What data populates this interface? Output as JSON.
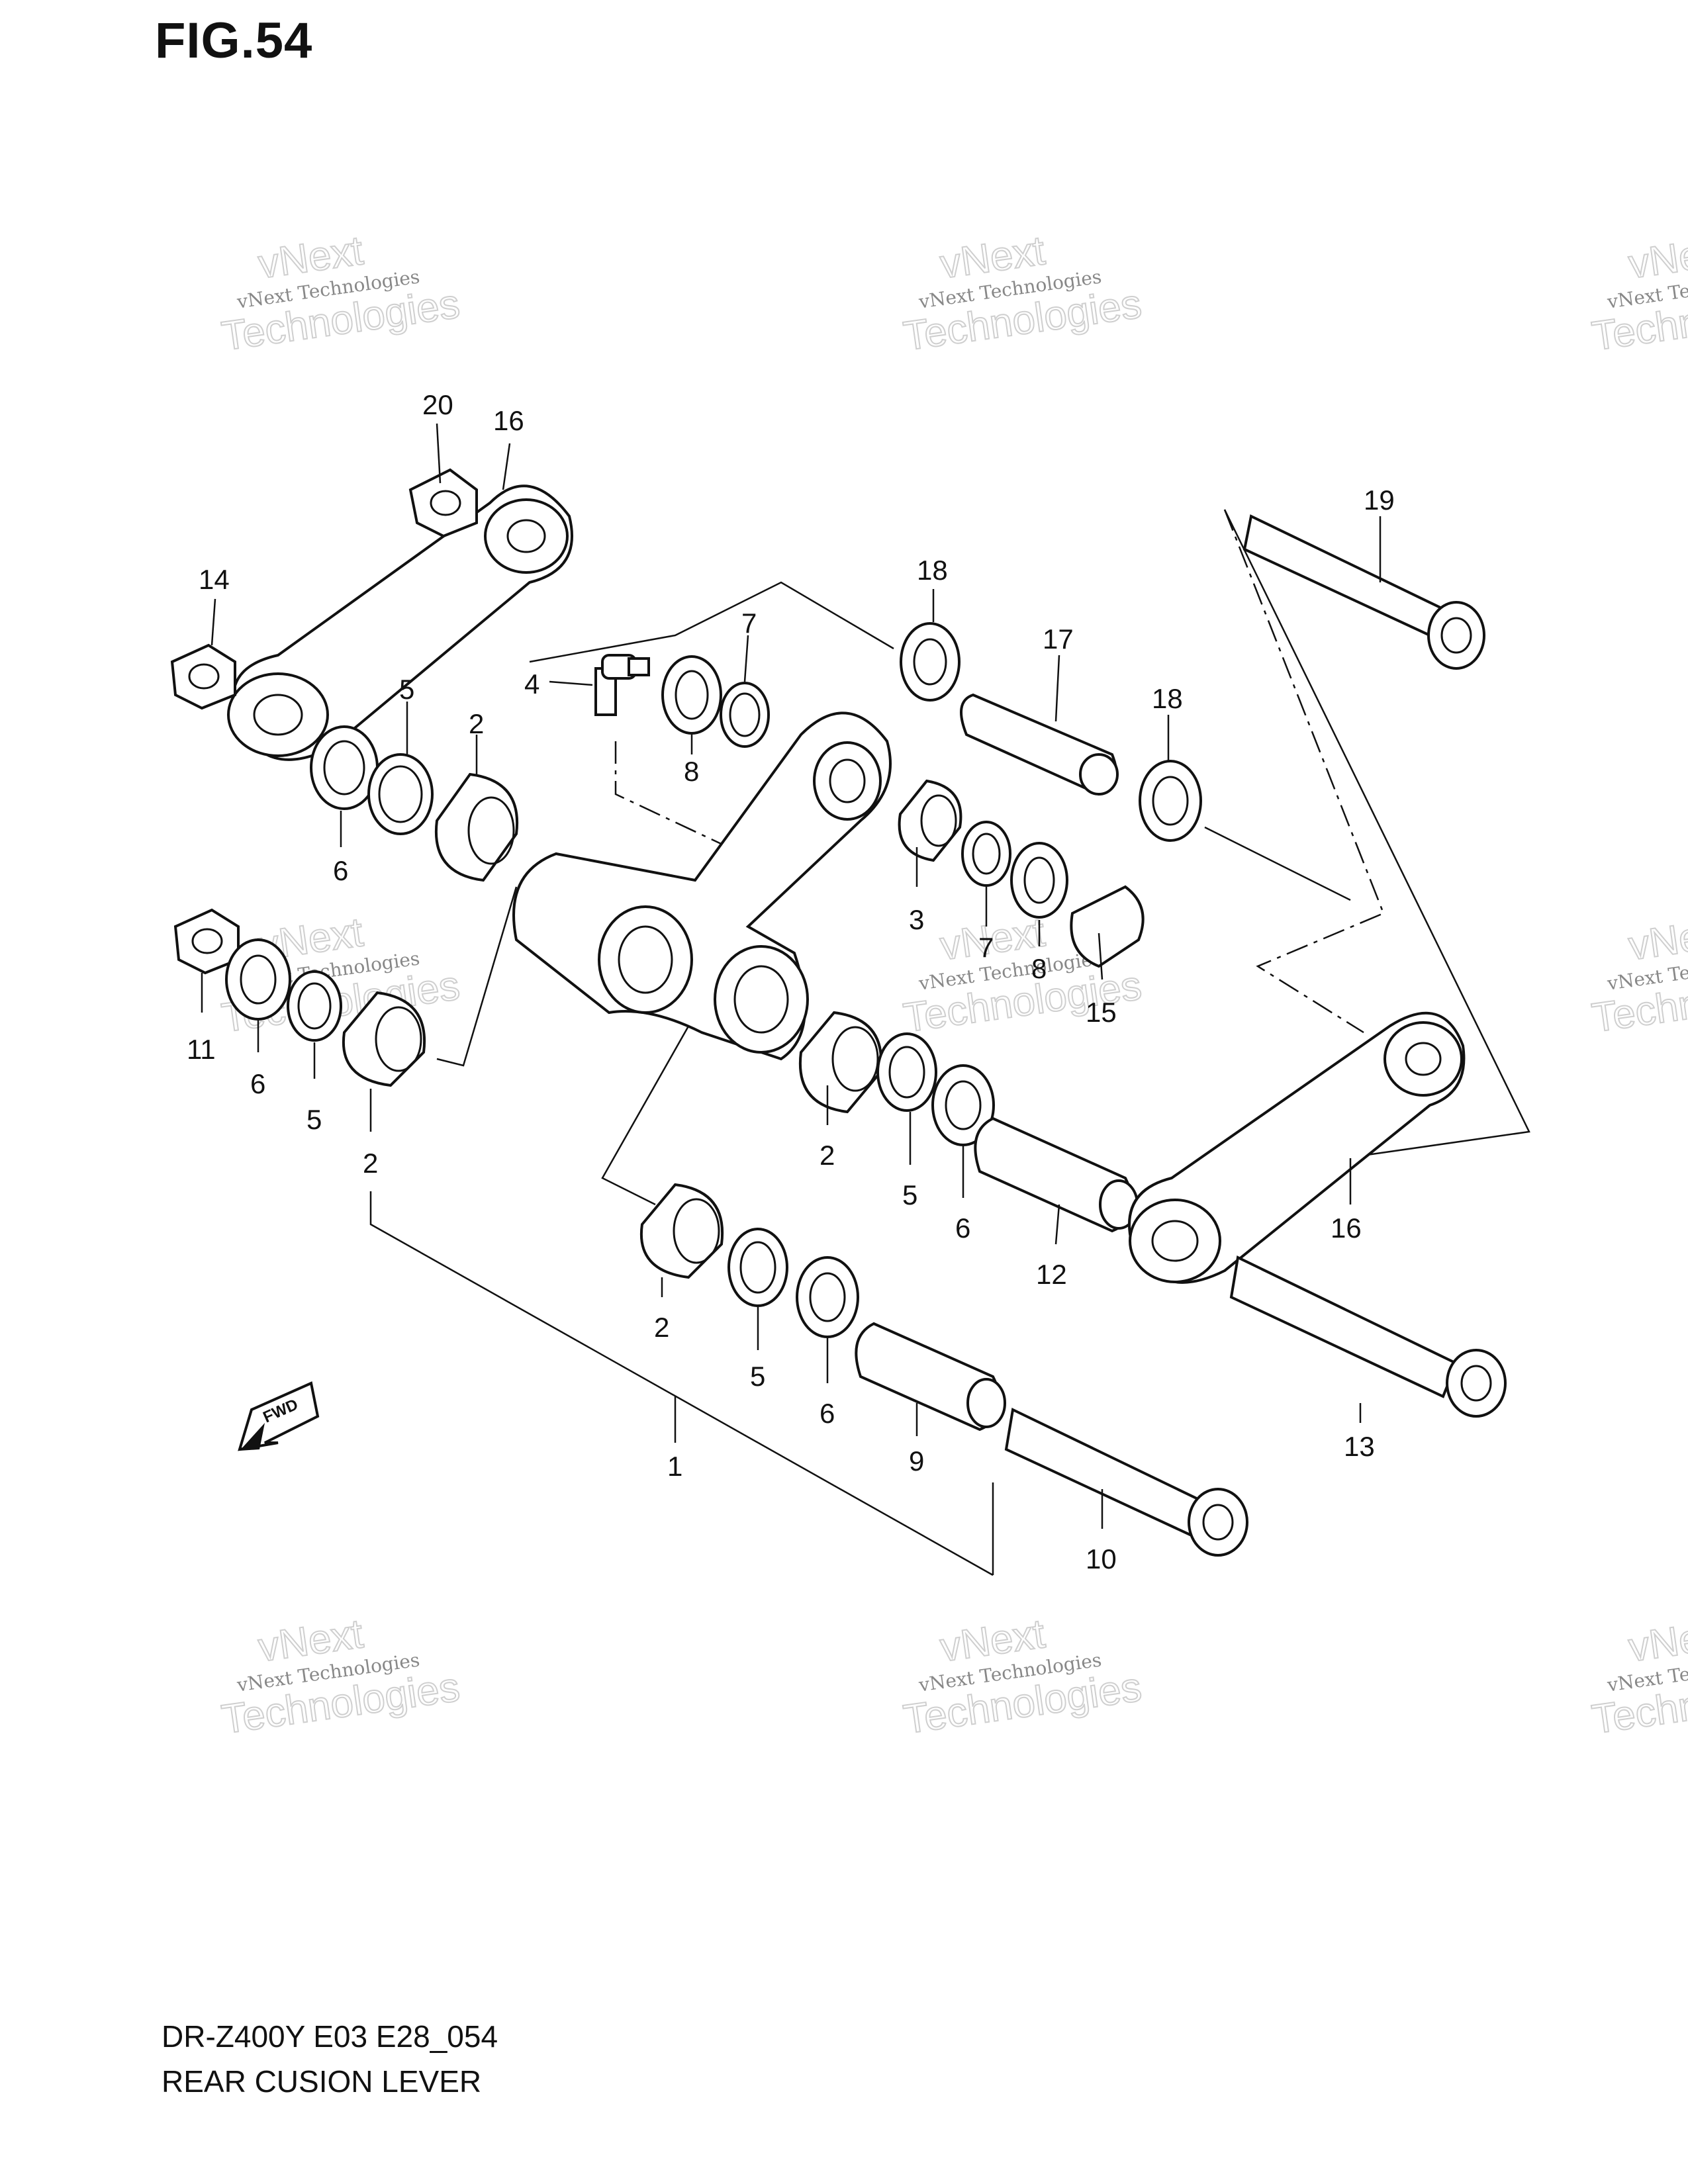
{
  "figure": {
    "title": "FIG.54",
    "code": "DR-Z400Y E03 E28_054",
    "name": "REAR CUSION LEVER"
  },
  "watermark": {
    "line_small": "vNext Technologies",
    "line_top": "vNext",
    "line_big": "Technologies"
  },
  "fwd_label": "FWD",
  "callouts": {
    "c1": "1",
    "c2a": "2",
    "c2b": "2",
    "c2c": "2",
    "c2d": "2",
    "c3": "3",
    "c4": "4",
    "c5a": "5",
    "c5b": "5",
    "c5c": "5",
    "c5d": "5",
    "c6a": "6",
    "c6b": "6",
    "c6c": "6",
    "c6d": "6",
    "c7a": "7",
    "c7b": "7",
    "c8a": "8",
    "c8b": "8",
    "c9": "9",
    "c10": "10",
    "c11": "11",
    "c12": "12",
    "c13": "13",
    "c14": "14",
    "c15": "15",
    "c16a": "16",
    "c16b": "16",
    "c17": "17",
    "c18a": "18",
    "c18b": "18",
    "c19": "19",
    "c20": "20"
  }
}
